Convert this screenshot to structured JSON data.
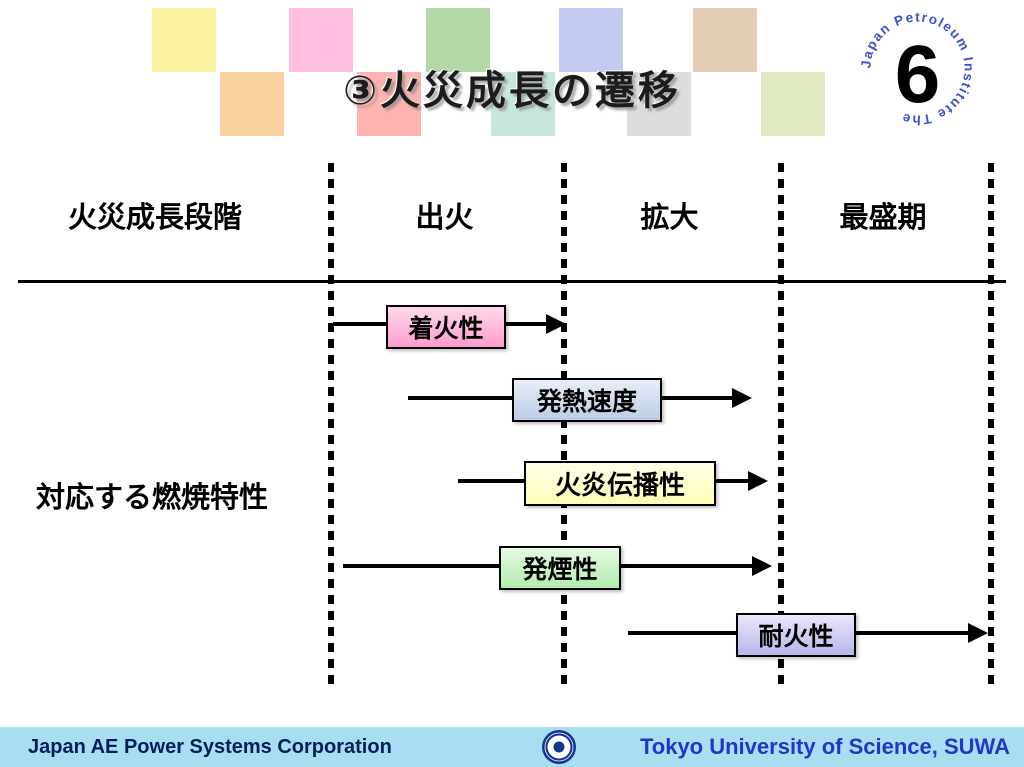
{
  "slide": {
    "title": "③火災成長の遷移",
    "badge": {
      "ring_text": "Japan Petroleum Institute The",
      "number": "6"
    },
    "footer": {
      "company": "Japan AE Power Systems Corporation",
      "university": "Tokyo University of Science, SUWA",
      "bar_color": "#a9ddf0"
    }
  },
  "diagram": {
    "stage_header": "火災成長段階",
    "stages": [
      "出火",
      "拡大",
      "最盛期"
    ],
    "characteristics_label": "対応する燃焼特性",
    "items": [
      {
        "label": "着火性",
        "box_color": "#ff9ccd",
        "from": "出火の開始",
        "to": "拡大の開始"
      },
      {
        "label": "発熱速度",
        "box_color": "#bccde6",
        "from": "出火の中期",
        "to": "拡大の中期"
      },
      {
        "label": "火炎伝播性",
        "box_color": "#ffffb4",
        "from": "出火の後期",
        "to": "拡大の中期"
      },
      {
        "label": "発煙性",
        "box_color": "#b2ecae",
        "from": "出火の初期",
        "to": "拡大の中期"
      },
      {
        "label": "耐火性",
        "box_color": "#b7b7ec",
        "from": "拡大の中期",
        "to": "最盛期の終了"
      }
    ]
  },
  "decor_colors": [
    "#fbf3a1",
    "#ffbfdd",
    "#b4d8a8",
    "#c3caf2",
    "#e3cdb4",
    "#fad2a0",
    "#ffb3b0",
    "#c8e6dd",
    "#dddddd",
    "#dfe9c2"
  ]
}
